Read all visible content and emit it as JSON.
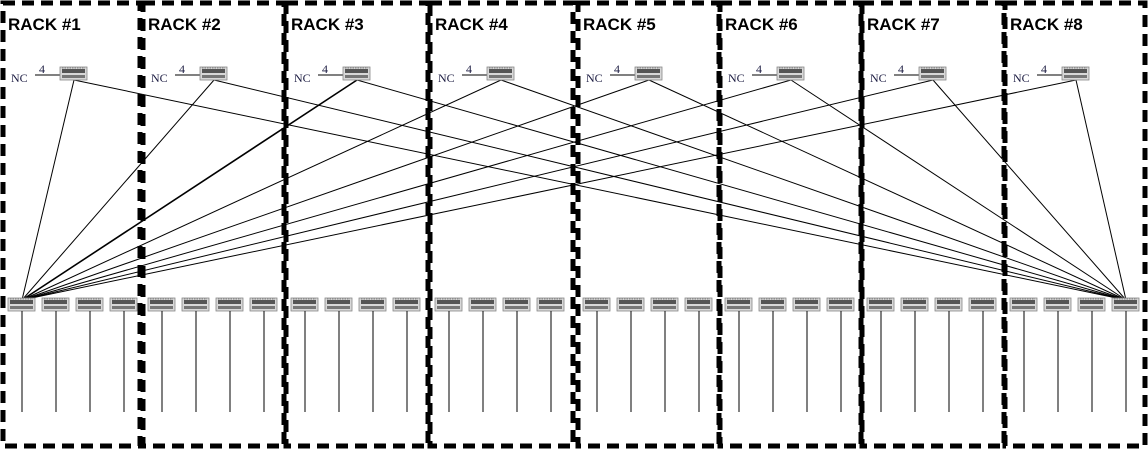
{
  "racks": [
    {
      "label": "RACK #1",
      "nc_label": "NC",
      "link_count": "4"
    },
    {
      "label": "RACK #2",
      "nc_label": "NC",
      "link_count": "4"
    },
    {
      "label": "RACK #3",
      "nc_label": "NC",
      "link_count": "4"
    },
    {
      "label": "RACK #4",
      "nc_label": "NC",
      "link_count": "4"
    },
    {
      "label": "RACK #5",
      "nc_label": "NC",
      "link_count": "4"
    },
    {
      "label": "RACK #6",
      "nc_label": "NC",
      "link_count": "4"
    },
    {
      "label": "RACK #7",
      "nc_label": "NC",
      "link_count": "4"
    },
    {
      "label": "RACK #8",
      "nc_label": "NC",
      "link_count": "4"
    }
  ],
  "switches_per_rack_bottom": 4,
  "uplink_targets": [
    "rack1-switch1",
    "rack8-switch4"
  ]
}
